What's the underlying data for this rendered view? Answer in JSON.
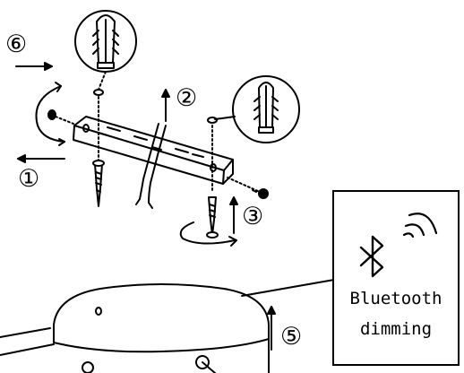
{
  "steps": {
    "s1": "①",
    "s2": "②",
    "s3": "③",
    "s5": "⑤",
    "s6": "⑥"
  },
  "callout": {
    "line1": "Bluetooth",
    "line2": "dimming"
  },
  "colors": {
    "ink": "#000000",
    "paper": "#ffffff"
  },
  "icons": [
    "bluetooth-icon",
    "wireless-signal-icon",
    "wall-anchor-icon",
    "screw-icon"
  ]
}
